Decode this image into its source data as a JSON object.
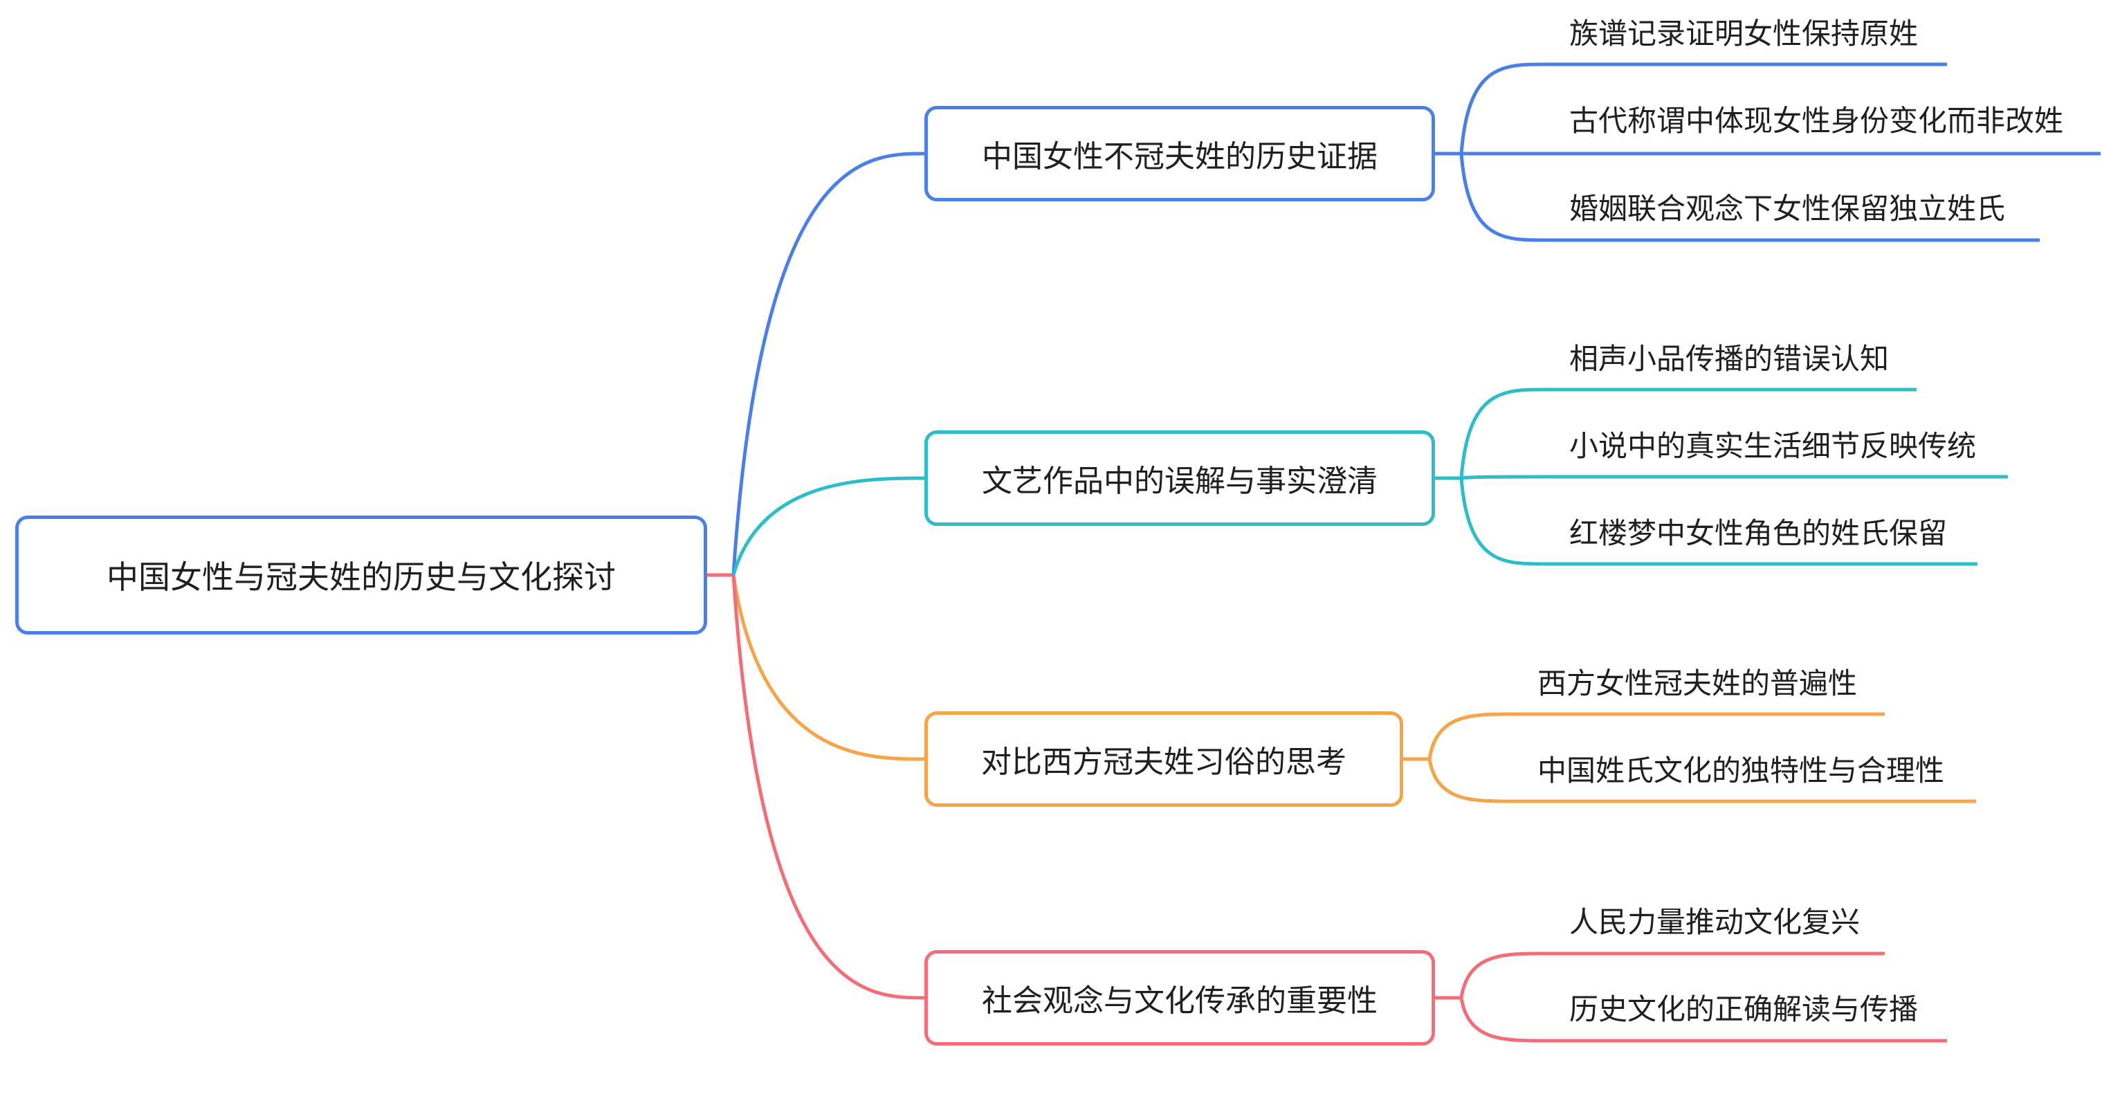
{
  "colors": {
    "root": "#4a7fe8",
    "blue": "#4a7fe8",
    "teal": "#2ebcc8",
    "orange": "#f5a447",
    "red": "#f26d77"
  },
  "root": {
    "label": "中国女性与冠夫姓的历史与文化探讨"
  },
  "branches": [
    {
      "label": "中国女性不冠夫姓的历史证据",
      "leaves": [
        "族谱记录证明女性保持原姓",
        "古代称谓中体现女性身份变化而非改姓",
        "婚姻联合观念下女性保留独立姓氏"
      ]
    },
    {
      "label": "文艺作品中的误解与事实澄清",
      "leaves": [
        "相声小品传播的错误认知",
        "小说中的真实生活细节反映传统",
        "红楼梦中女性角色的姓氏保留"
      ]
    },
    {
      "label": "对比西方冠夫姓习俗的思考",
      "leaves": [
        "西方女性冠夫姓的普遍性",
        "中国姓氏文化的独特性与合理性"
      ]
    },
    {
      "label": "社会观念与文化传承的重要性",
      "leaves": [
        "人民力量推动文化复兴",
        "历史文化的正确解读与传播"
      ]
    }
  ]
}
